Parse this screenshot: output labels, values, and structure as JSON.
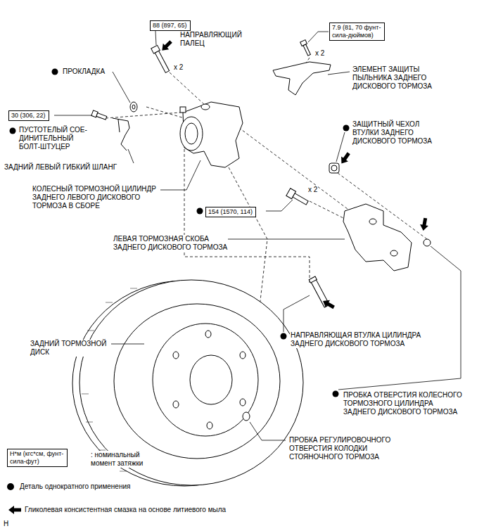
{
  "diagram": {
    "nodes": [
      {
        "text": [
          "88 (897, 65)"
        ]
      },
      {
        "text": [
          "7.9 (81, 70 фунт- сила-дюймов)"
        ]
      },
      {
        "text": [
          "30 (306, 22)"
        ]
      },
      {
        "text": [
          "154 (1570, 114)"
        ]
      },
      {
        "text": [
          "Н*м (кгс*см, фунт- сила-фут)"
        ]
      }
    ],
    "labels": [
      "НАПРАВЛЯЮЩИЙ ПАЛЕЦ",
      "x 2",
      "x 2",
      "ПРОКЛАДКА",
      "ЭЛЕМЕНТ ЗАЩИТЫ ПЫЛЬНИКА ЗАДНЕГО ДИСКОВОГО ТОРМОЗА",
      "ПУСТОТЕЛЫЙ СОЕ- ДИНИТЕЛЬНЫЙ БОЛТ-ШТУЦЕР",
      "ЗАЩИТНЫЙ ЧЕХОЛ ВТУЛКИ ЗАДНЕГО ДИСКОВОГО ТОРМОЗА",
      "ЗАДНИЙ ЛЕВЫЙ ГИБКИЙ ШЛАНГ",
      "КОЛЕСНЫЙ ТОРМОЗНОЙ ЦИЛИНДР ЗАДНЕГО ЛЕВОГО ДИСКОВОГО ТОРМОЗА В СБОРЕ",
      "x 2",
      "ЛЕВАЯ ТОРМОЗНАЯ СКОБА ЗАДНЕГО ДИСКОВОГО ТОРМОЗА",
      "ЗАДНИЙ ТОРМОЗНОЙ ДИСК",
      "НАПРАВЛЯЮЩАЯ ВТУЛКА ЦИЛИНДРА ЗАДНЕГО ДИСКОВОГО ТОРМОЗА",
      "ПРОБКА ОТВЕРСТИЯ КОЛЕСНОГО ТОРМОЗНОГО ЦИЛИНДРА ЗАДНЕГО ДИСКОВОГО ТОРМОЗА",
      "ПРОБКА РЕГУЛИРОВОЧНОГО ОТВЕРСТИЯ КОЛОДКИ СТОЯНОЧНОГО ТОРМОЗА",
      "H"
    ],
    "legend": [
      {
        "text": ": номинальный момент затяжки"
      },
      {
        "text": "Деталь однократного применения",
        "color": "#000000"
      },
      {
        "text": "Гликолевая консистентная смазка на основе литиевого мыла"
      }
    ]
  }
}
